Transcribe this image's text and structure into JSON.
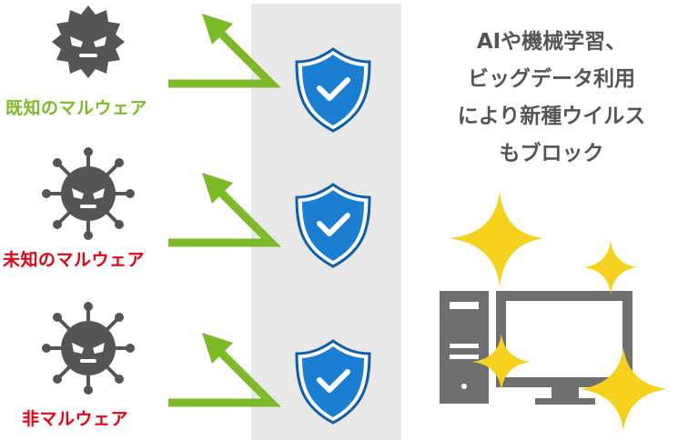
{
  "threats": [
    {
      "label": "既知のマルウェア",
      "color": "#7cbb27",
      "icon": "spiky-virus-icon"
    },
    {
      "label": "未知のマルウェア",
      "color": "#e60012",
      "icon": "tentacle-virus-icon"
    },
    {
      "label": "非マルウェア",
      "color": "#e60012",
      "icon": "tentacle-virus-icon"
    }
  ],
  "caption_lines": [
    "AIや機械学習、",
    "ビッグデータ利用",
    "により新種ウイルス",
    "もブロック"
  ],
  "colors": {
    "arrow": "#7cbb27",
    "shield": "#1a7ed2",
    "shield_outline": "#0d5fae",
    "panel": "#e8e8e8",
    "virus": "#555555",
    "computer": "#6f6f6f",
    "sparkle": "#f6d21c",
    "caption": "#555555"
  },
  "icons": [
    "shield-check-icon",
    "computer-icon",
    "sparkle-icon",
    "arrow-icon"
  ]
}
